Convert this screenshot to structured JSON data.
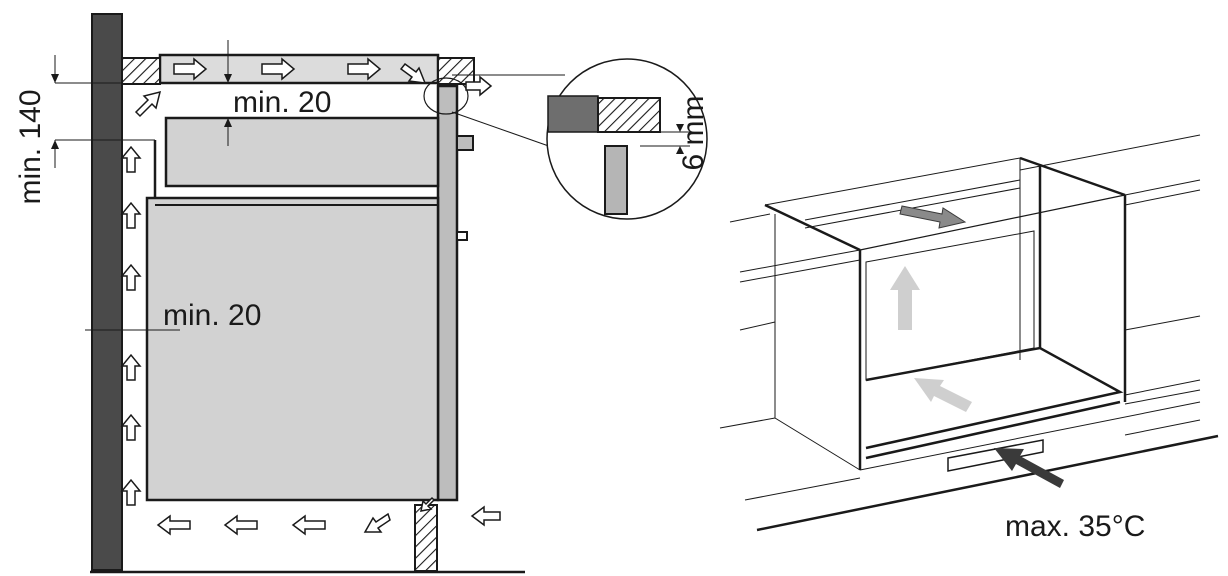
{
  "labels": {
    "min_140": "min. 140",
    "min_20_top": "min. 20",
    "min_20_side": "min. 20",
    "mm_6": "6 mm",
    "max_temp": "max. 35°C"
  },
  "colors": {
    "line": "#1a1a1a",
    "wall": "#4a4a4a",
    "appliance_fill": "#d2d2d2",
    "arrow_grey": "#cfcfcf",
    "arrow_dark": "#3a3a3a"
  }
}
